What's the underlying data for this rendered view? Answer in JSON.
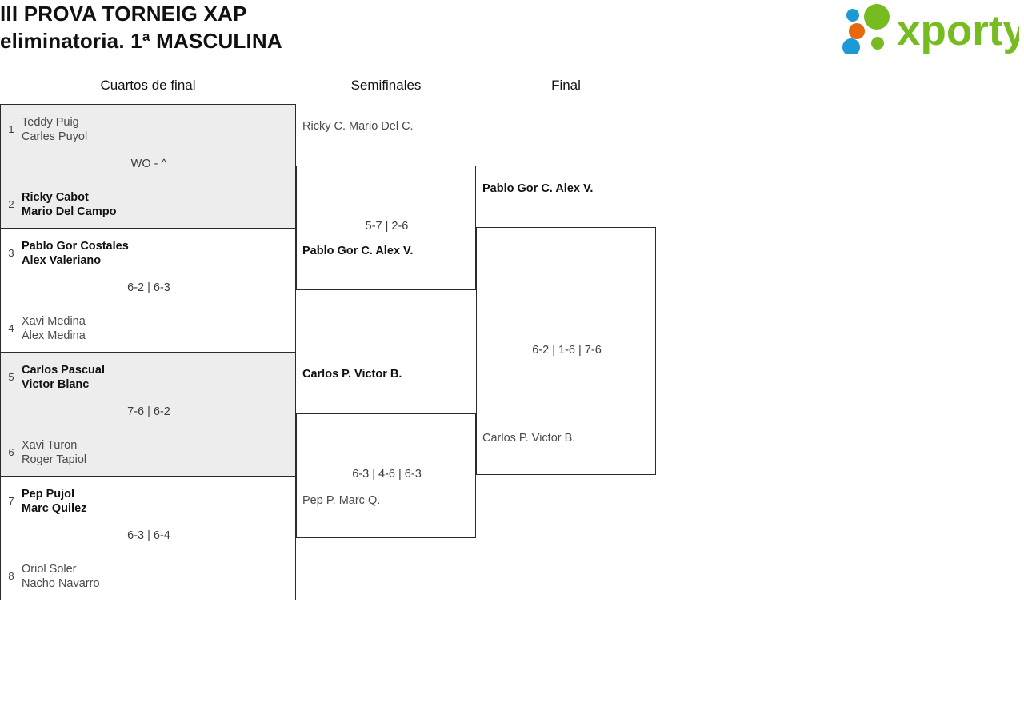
{
  "header": {
    "title": "III PROVA TORNEIG XAP\neliminatoria. 1ª MASCULINA",
    "logo": {
      "name": "xporty-logo",
      "wordmark": "xporty",
      "colors": {
        "green": "#76bc21",
        "blue": "#1b9ad6",
        "orange": "#e8690b"
      }
    }
  },
  "rounds": [
    {
      "label": "Cuartos de final"
    },
    {
      "label": "Semifinales"
    },
    {
      "label": "Final"
    }
  ],
  "bracket": {
    "quarterfinals": [
      {
        "score": "WO - ^",
        "shaded": true,
        "top": {
          "seed": "1",
          "player1": "Teddy Puig",
          "player2": "Carles Puyol",
          "winner": false
        },
        "bottom": {
          "seed": "2",
          "player1": "Ricky Cabot",
          "player2": "Mario Del Campo",
          "winner": true
        }
      },
      {
        "score": "6-2 | 6-3",
        "shaded": false,
        "top": {
          "seed": "3",
          "player1": "Pablo Gor Costales",
          "player2": "Alex Valeriano",
          "winner": true
        },
        "bottom": {
          "seed": "4",
          "player1": "Xavi Medina",
          "player2": "Àlex Medina",
          "winner": false
        }
      },
      {
        "score": "7-6 | 6-2",
        "shaded": true,
        "top": {
          "seed": "5",
          "player1": "Carlos Pascual",
          "player2": "Victor Blanc",
          "winner": true
        },
        "bottom": {
          "seed": "6",
          "player1": "Xavi Turon",
          "player2": "Roger Tapiol",
          "winner": false
        }
      },
      {
        "score": "6-3 | 6-4",
        "shaded": false,
        "top": {
          "seed": "7",
          "player1": "Pep Pujol",
          "player2": "Marc Quilez",
          "winner": true
        },
        "bottom": {
          "seed": "8",
          "player1": "Oriol Soler",
          "player2": "Nacho Navarro",
          "winner": false
        }
      }
    ],
    "semifinals": [
      {
        "score": "5-7 | 2-6",
        "top": {
          "player1": "Ricky C.",
          "player2": "Mario Del C.",
          "winner": false
        },
        "bottom": {
          "player1": "Pablo Gor C.",
          "player2": "Alex V.",
          "winner": true
        }
      },
      {
        "score": "6-3 | 4-6 | 6-3",
        "top": {
          "player1": "Carlos P.",
          "player2": "Victor B.",
          "winner": true
        },
        "bottom": {
          "player1": "Pep P.",
          "player2": "Marc Q.",
          "winner": false
        }
      }
    ],
    "final": {
      "score": "6-2 | 1-6 | 7-6",
      "top": {
        "player1": "Pablo Gor C.",
        "player2": "Alex V.",
        "winner": true
      },
      "bottom": {
        "player1": "Carlos P.",
        "player2": "Victor B.",
        "winner": false
      }
    }
  }
}
